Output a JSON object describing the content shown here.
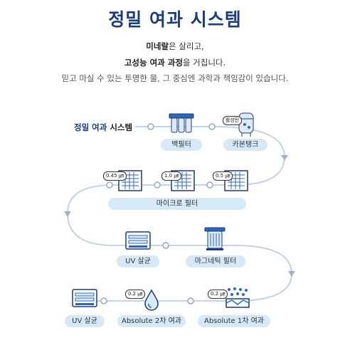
{
  "page": {
    "title": "정밀 여과 시스템",
    "intro": {
      "line1_bold": "미네랄",
      "line1_rest": "은 살리고,",
      "line2_bold1": "고성능 여과 과정",
      "line2_mid": "을 거칩니다.",
      "line3": "믿고 마실 수 있는 투명한 물, 그 중심엔 과학과 책임감이 있습니다."
    }
  },
  "system_label": {
    "highlight": "정밀 여과",
    "rest": " 시스템"
  },
  "steps": {
    "back_filter": "백필터",
    "carbon_tank": "카본탱크",
    "activated_carbon_tag": "활성탄",
    "micro_filter": "마이크로 필터",
    "micro_tag_045": "0.45 ㎛",
    "micro_tag_10": "1.0 ㎛",
    "micro_tag_05": "0.5 ㎛",
    "uv_sterilization_1": "UV 살균",
    "magnetic_filter": "마그네틱 필터",
    "uv_sterilization_2": "UV 살균",
    "absolute_2": "Absolute 2차 여과",
    "absolute_2_tag": "0.2 ㎛",
    "absolute_1": "Absolute 1차 여과",
    "absolute_1_tag": "0.2 ㎛"
  },
  "colors": {
    "primary": "#1d3c79",
    "pill_bg": "#d7e8f7",
    "path": "#c3d4e4",
    "icon_blue": "#2f66b8"
  }
}
